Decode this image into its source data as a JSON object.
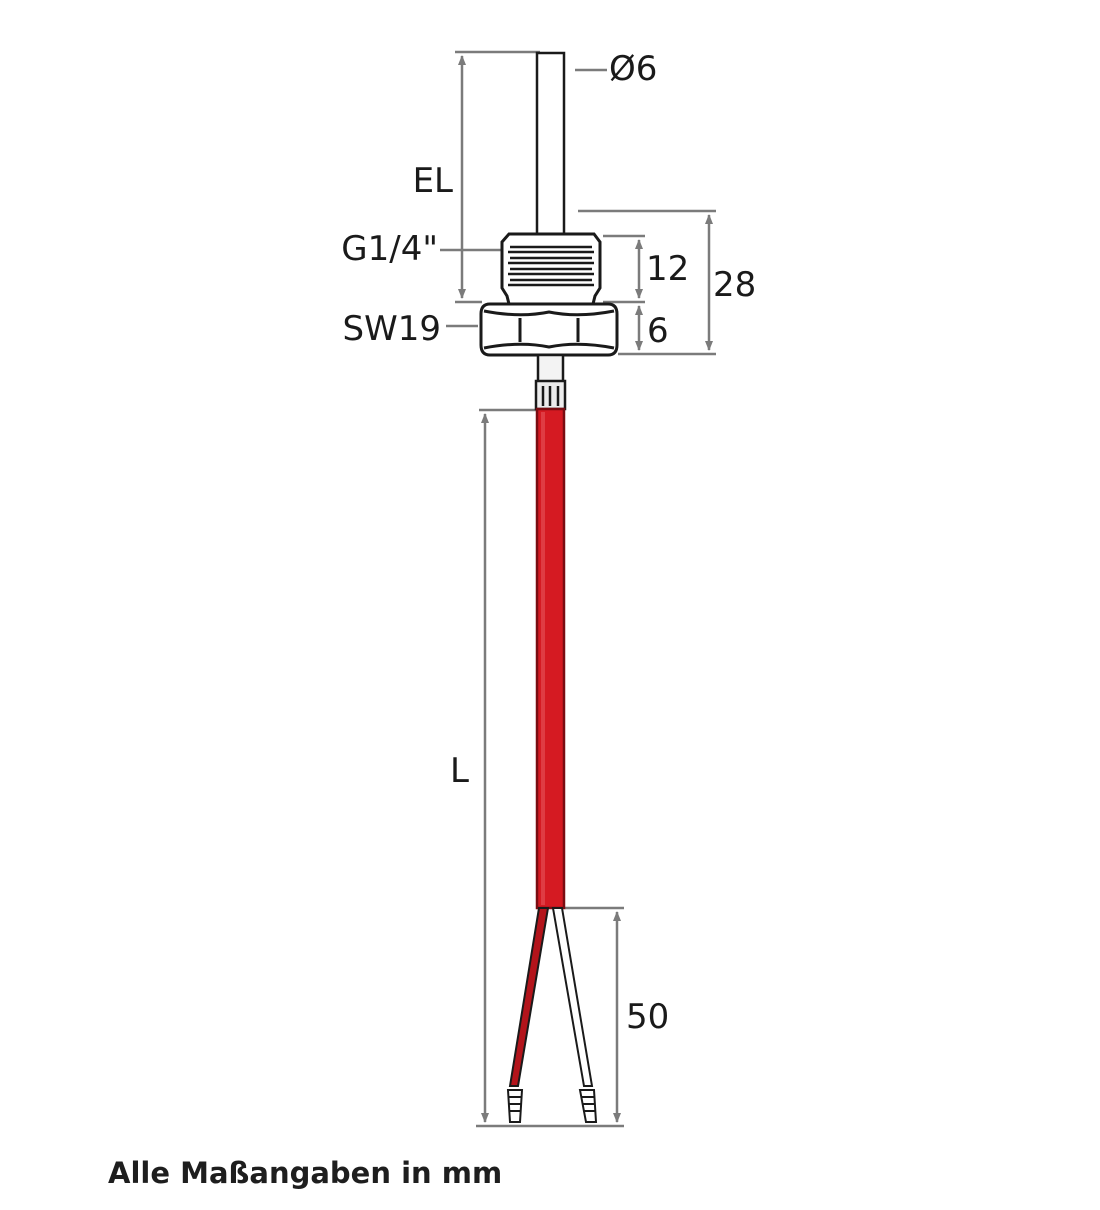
{
  "labels": {
    "diameter": "Ø6",
    "el": "EL",
    "thread": "G1/4\"",
    "wrench": "SW19",
    "thread_length": "12",
    "nut_height": "6",
    "fitting_height": "28",
    "cable_length": "L",
    "wire_strip": "50"
  },
  "footer": {
    "note": "Alle Maßangaben in mm"
  },
  "colors": {
    "cable": "#d51a22",
    "cable_dark": "#7a0d12",
    "dimension": "#7b7b7b",
    "outline": "#1a1a1a",
    "red_wire": "#b3141b"
  }
}
